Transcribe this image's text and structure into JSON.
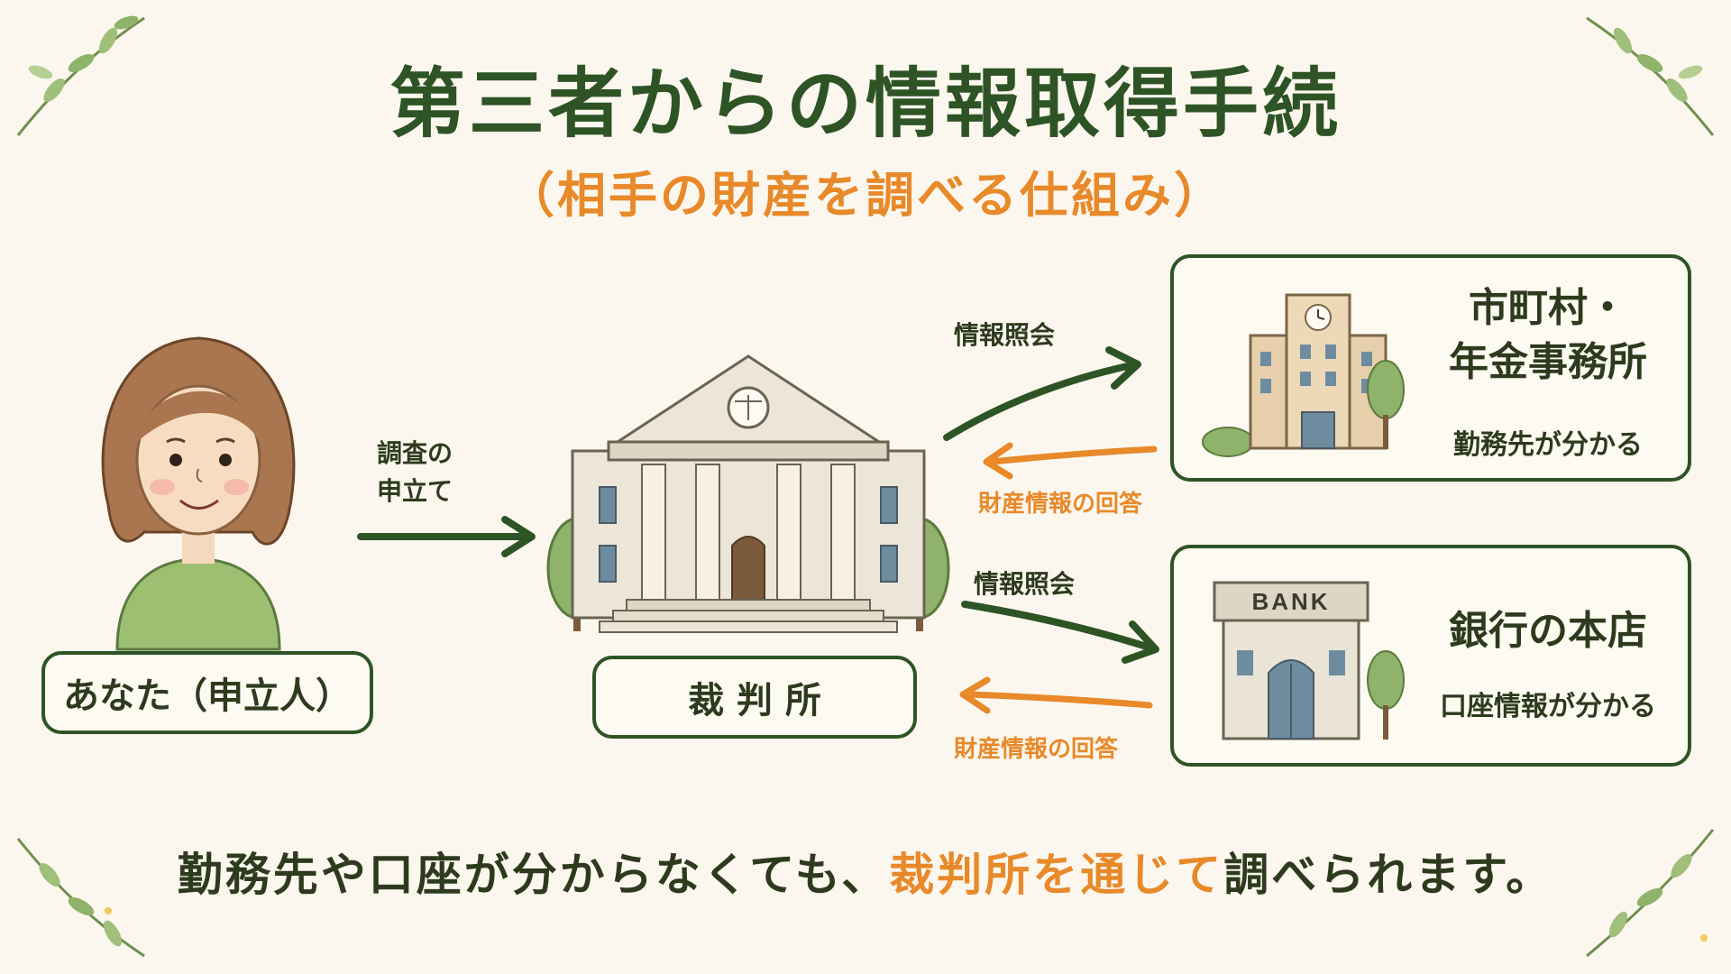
{
  "title": "第三者からの情報取得手続",
  "subtitle": "（相手の財産を調べる仕組み）",
  "applicant": {
    "label": "あなた（申立人）"
  },
  "court": {
    "label": "裁 判 所"
  },
  "request_label_line1": "調査の",
  "request_label_line2": "申立て",
  "inquiry_label_top": "情報照会",
  "reply_label_top": "財産情報の回答",
  "inquiry_label_bottom": "情報照会",
  "reply_label_bottom": "財産情報の回答",
  "municipal": {
    "name_line1": "市町村・",
    "name_line2": "年金事務所",
    "note": "勤務先が分かる"
  },
  "bank": {
    "sign": "BANK",
    "name": "銀行の本店",
    "note": "口座情報が分かる"
  },
  "bottom_message": {
    "part1": "勤務先や口座が分からなくても、",
    "highlight": "裁判所を通じて",
    "part2": "調べられます。"
  },
  "colors": {
    "dark_green": "#2e5426",
    "orange": "#e8892a",
    "background": "#fbf7ee"
  }
}
